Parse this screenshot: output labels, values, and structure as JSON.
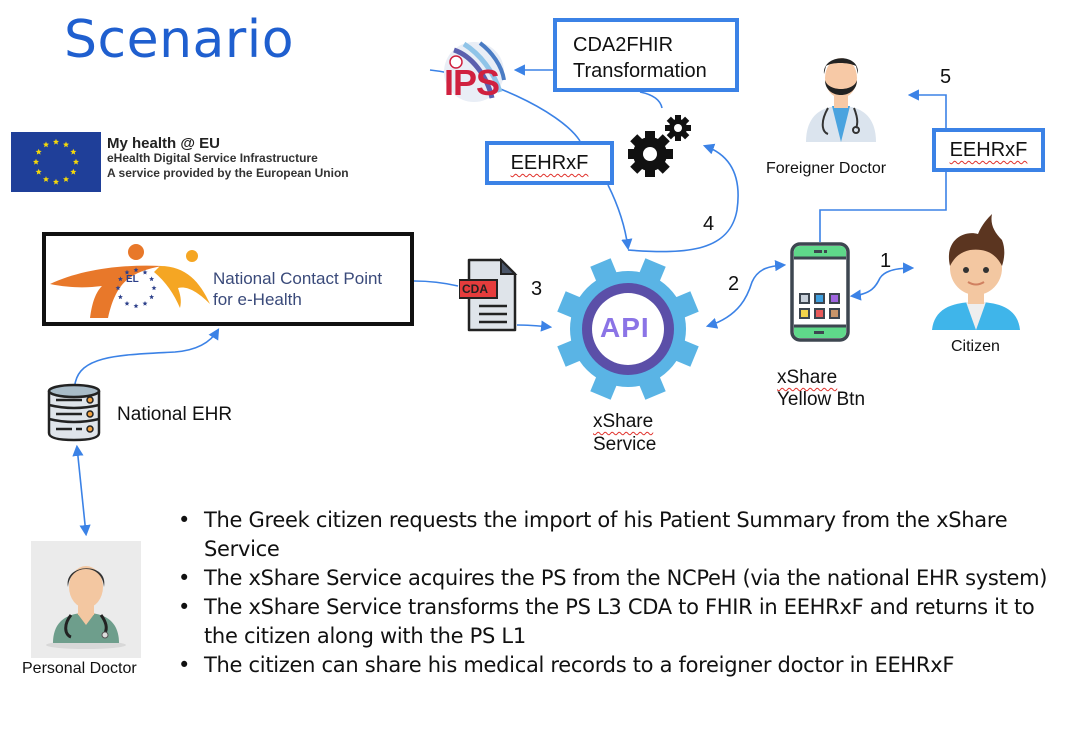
{
  "title": "Scenario",
  "eu_banner": {
    "line1": "My health @ EU",
    "line2": "eHealth Digital Service Infrastructure",
    "line3": "A service provided by the European Union"
  },
  "boxes": {
    "cda2fhir_line1": "CDA2FHIR",
    "cda2fhir_line2": "Transformation",
    "eehrxf_left": "EEHRxF",
    "eehrxf_right": "EEHRxF"
  },
  "ncp": {
    "badge": "EL",
    "line1": "National Contact Point",
    "line2": "for e-Health"
  },
  "nodes": {
    "ips": "IPS",
    "cda": "CDA",
    "api": "API",
    "xshare_service_line1": "xShare",
    "xshare_service_line2": "Service",
    "xshare_app_line1": "xShare",
    "xshare_app_line2": "Yellow Btn",
    "national_ehr": "National EHR",
    "foreigner_doctor": "Foreigner Doctor",
    "citizen": "Citizen",
    "personal_doctor": "Personal Doctor"
  },
  "steps": [
    "1",
    "2",
    "3",
    "4",
    "5"
  ],
  "bullets": [
    "The Greek citizen requests the import of his Patient Summary from the xShare Service",
    "The xShare Service acquires the PS from the NCPeH (via the national EHR system)",
    "The xShare Service transforms the PS L3 CDA to FHIR in EEHRxF and returns it to the citizen along with the PS L1",
    "The citizen can share his medical records to a foreigner doctor in EEHRxF"
  ],
  "colors": {
    "accent_blue": "#3b82e6",
    "title_blue": "#1f5fcf",
    "api_gear": "#5ab4e5",
    "api_ring": "#5b4fa8",
    "phone_green": "#5fd98a",
    "ncp_orange": "#e8782a",
    "ncp_yellow": "#f5a623",
    "ips_red": "#d0213f"
  }
}
